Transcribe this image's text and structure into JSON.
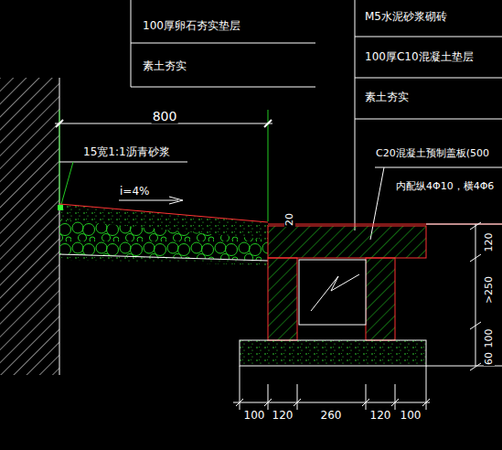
{
  "diagram": {
    "labels": [
      "100厚卵石夯实垫层",
      "素土夯实",
      "M5水泥砂浆砌砖",
      "100厚C10混凝土垫层",
      "素土夯实",
      "800",
      "15宽1:1沥青砂浆",
      "i=4%",
      "20",
      "C20混凝土预制盖板(500",
      "内配纵4Φ10，横4Φ6",
      "120",
      ">250",
      "100",
      "60",
      "100",
      "120",
      "260",
      "120",
      "100"
    ]
  }
}
